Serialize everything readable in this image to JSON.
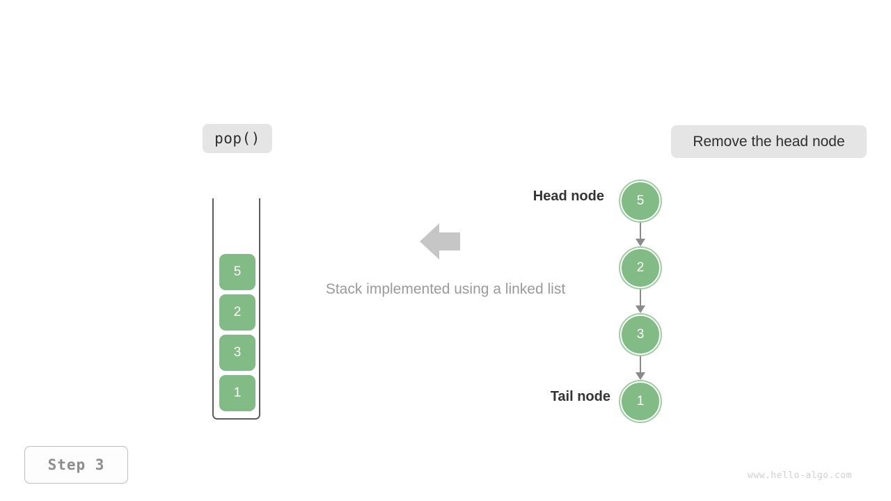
{
  "operation_badge": {
    "label": "pop()"
  },
  "action_badge": {
    "label": "Remove the head node"
  },
  "caption": {
    "text": "Stack implemented using a linked list"
  },
  "step_badge": {
    "label": "Step 3"
  },
  "watermark": {
    "text": "www.hello-algo.com"
  },
  "stack": {
    "cells": [
      {
        "value": "5"
      },
      {
        "value": "2"
      },
      {
        "value": "3"
      },
      {
        "value": "1"
      }
    ]
  },
  "linked_list": {
    "head_label": "Head node",
    "tail_label": "Tail node",
    "nodes": [
      {
        "value": "5"
      },
      {
        "value": "2"
      },
      {
        "value": "3"
      },
      {
        "value": "1"
      }
    ]
  },
  "flow_arrow": {
    "direction": "left"
  },
  "colors": {
    "node_fill": "#82bb86",
    "node_ring": "#9ccc9f",
    "badge_bg": "#e5e5e5",
    "link": "#8a8a8a",
    "caption_text": "#9a9a9a",
    "label_text": "#333333",
    "arrow_fill": "#c6c6c6",
    "container_border": "#5c5c5c",
    "watermark_text": "#cfcfcf",
    "step_text": "#8c8c8c"
  }
}
